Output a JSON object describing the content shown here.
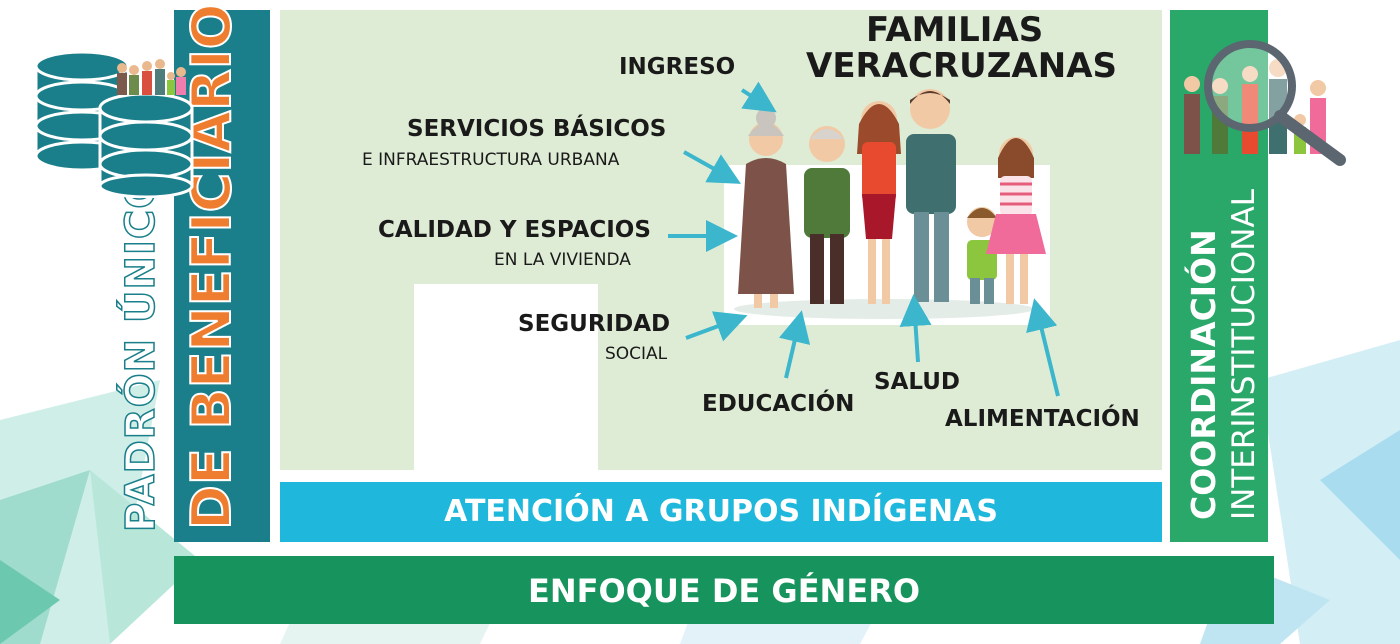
{
  "left_pillar": {
    "line1": "PADRÓN ÚNICO",
    "line2": "DE BENEFICIARIOS"
  },
  "right_pillar": {
    "line1": "COORDINACIÓN",
    "line2": "INTERINSTITUCIONAL"
  },
  "center": {
    "title_line1": "FAMILIAS",
    "title_line2": "VERACRUZANAS",
    "factors": {
      "ingreso": "INGRESO",
      "servicios": "SERVICIOS BÁSICOS",
      "servicios_sub": "E INFRAESTRUCTURA URBANA",
      "calidad": "CALIDAD Y ESPACIOS",
      "calidad_sub": "EN LA VIVIENDA",
      "seguridad": "SEGURIDAD",
      "seguridad_sub": "SOCIAL",
      "educacion": "EDUCACIÓN",
      "salud": "SALUD",
      "alimentacion": "ALIMENTACIÓN"
    }
  },
  "bars": {
    "indigenas": "ATENCIÓN A GRUPOS INDÍGENAS",
    "genero": "ENFOQUE DE GÉNERO"
  },
  "colors": {
    "teal_dark": "#1a7f8a",
    "orange": "#ef7d2f",
    "light_green": "#dfecd5",
    "cyan": "#1fb8dc",
    "green": "#2aa869",
    "green_dark": "#17935d",
    "arrow": "#3cb6cc"
  }
}
